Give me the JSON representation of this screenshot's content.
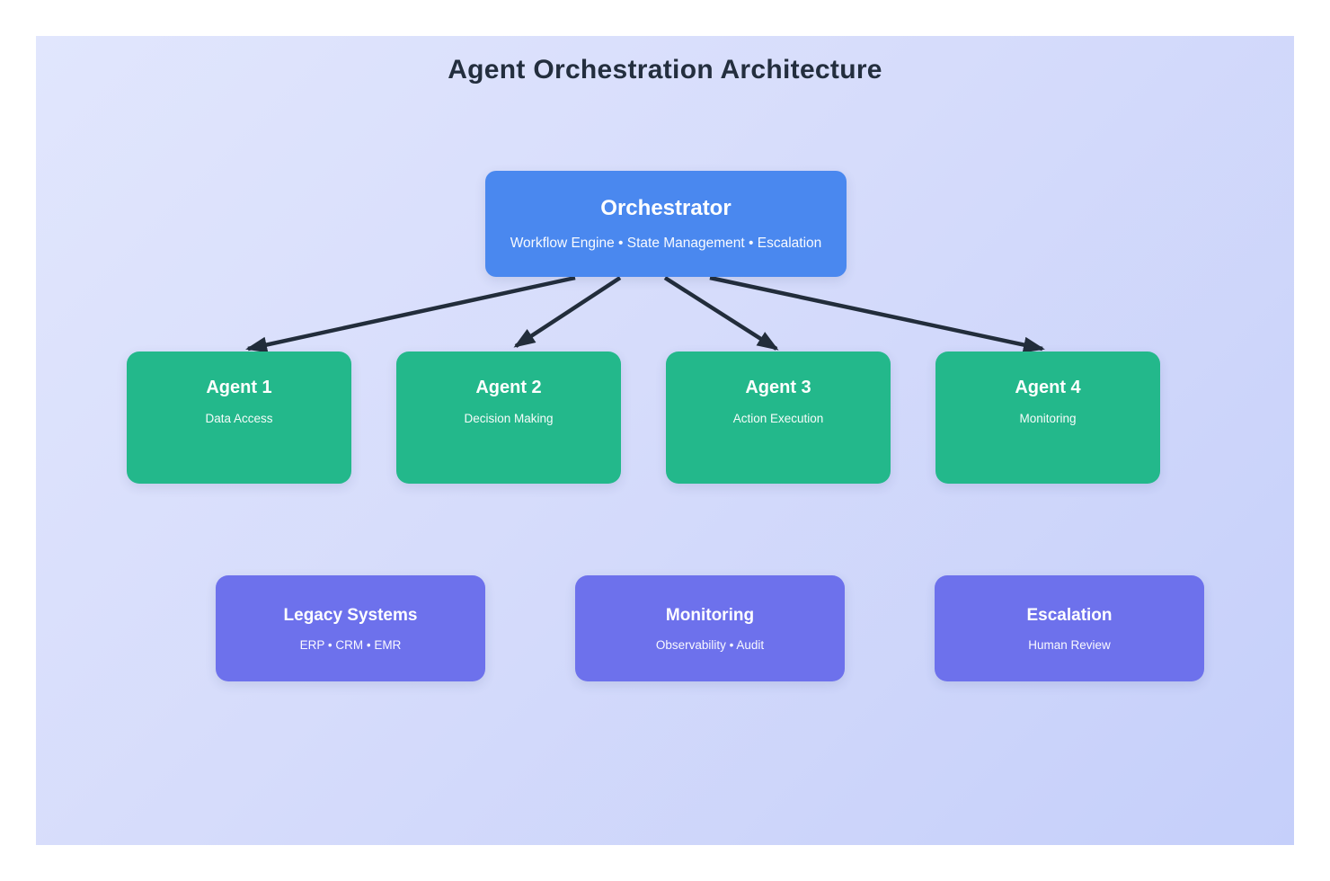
{
  "title": "Agent Orchestration Architecture",
  "colors": {
    "page_background": "#ffffff",
    "panel_gradient_start": "#e1e6fd",
    "panel_gradient_end": "#c5cffa",
    "orchestrator_fill": "#4a88ef",
    "agent_fill": "#23b88b",
    "system_fill": "#6d71ec",
    "arrow": "#222d3b",
    "title_text": "#232e3e",
    "node_text": "#ffffff"
  },
  "diagram": {
    "orchestrator": {
      "title": "Orchestrator",
      "subtitle": "Workflow Engine • State Management • Escalation"
    },
    "agents": [
      {
        "title": "Agent 1",
        "subtitle": "Data Access"
      },
      {
        "title": "Agent 2",
        "subtitle": "Decision Making"
      },
      {
        "title": "Agent 3",
        "subtitle": "Action Execution"
      },
      {
        "title": "Agent 4",
        "subtitle": "Monitoring"
      }
    ],
    "systems": [
      {
        "title": "Legacy Systems",
        "subtitle": "ERP • CRM • EMR"
      },
      {
        "title": "Monitoring",
        "subtitle": "Observability • Audit"
      },
      {
        "title": "Escalation",
        "subtitle": "Human Review"
      }
    ]
  }
}
